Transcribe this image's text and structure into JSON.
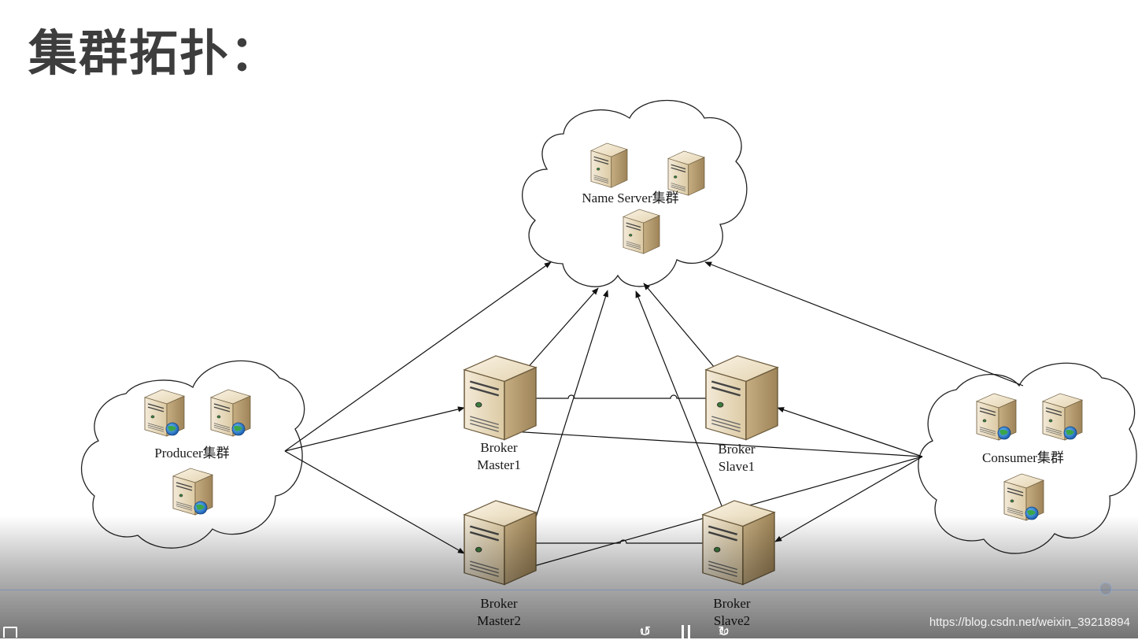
{
  "slide": {
    "title": "集群拓扑："
  },
  "diagram": {
    "name_server": {
      "label": "Name Server集群"
    },
    "producer": {
      "label": "Producer集群"
    },
    "consumer": {
      "label": "Consumer集群"
    },
    "broker_master1": {
      "line1": "Broker",
      "line2": "Master1"
    },
    "broker_slave1": {
      "line1": "Broker",
      "line2": "Slave1"
    },
    "broker_master2": {
      "line1": "Broker",
      "line2": "Master2"
    },
    "broker_slave2": {
      "line1": "Broker",
      "line2": "Slave2"
    }
  },
  "player": {
    "rewind_label": "10",
    "forward_label": "30",
    "watermark": "https://blog.csdn.net/weixin_39218894"
  },
  "icons": {
    "server": "server-icon",
    "web_server": "web-server-icon",
    "cloud": "cloud-shape"
  }
}
